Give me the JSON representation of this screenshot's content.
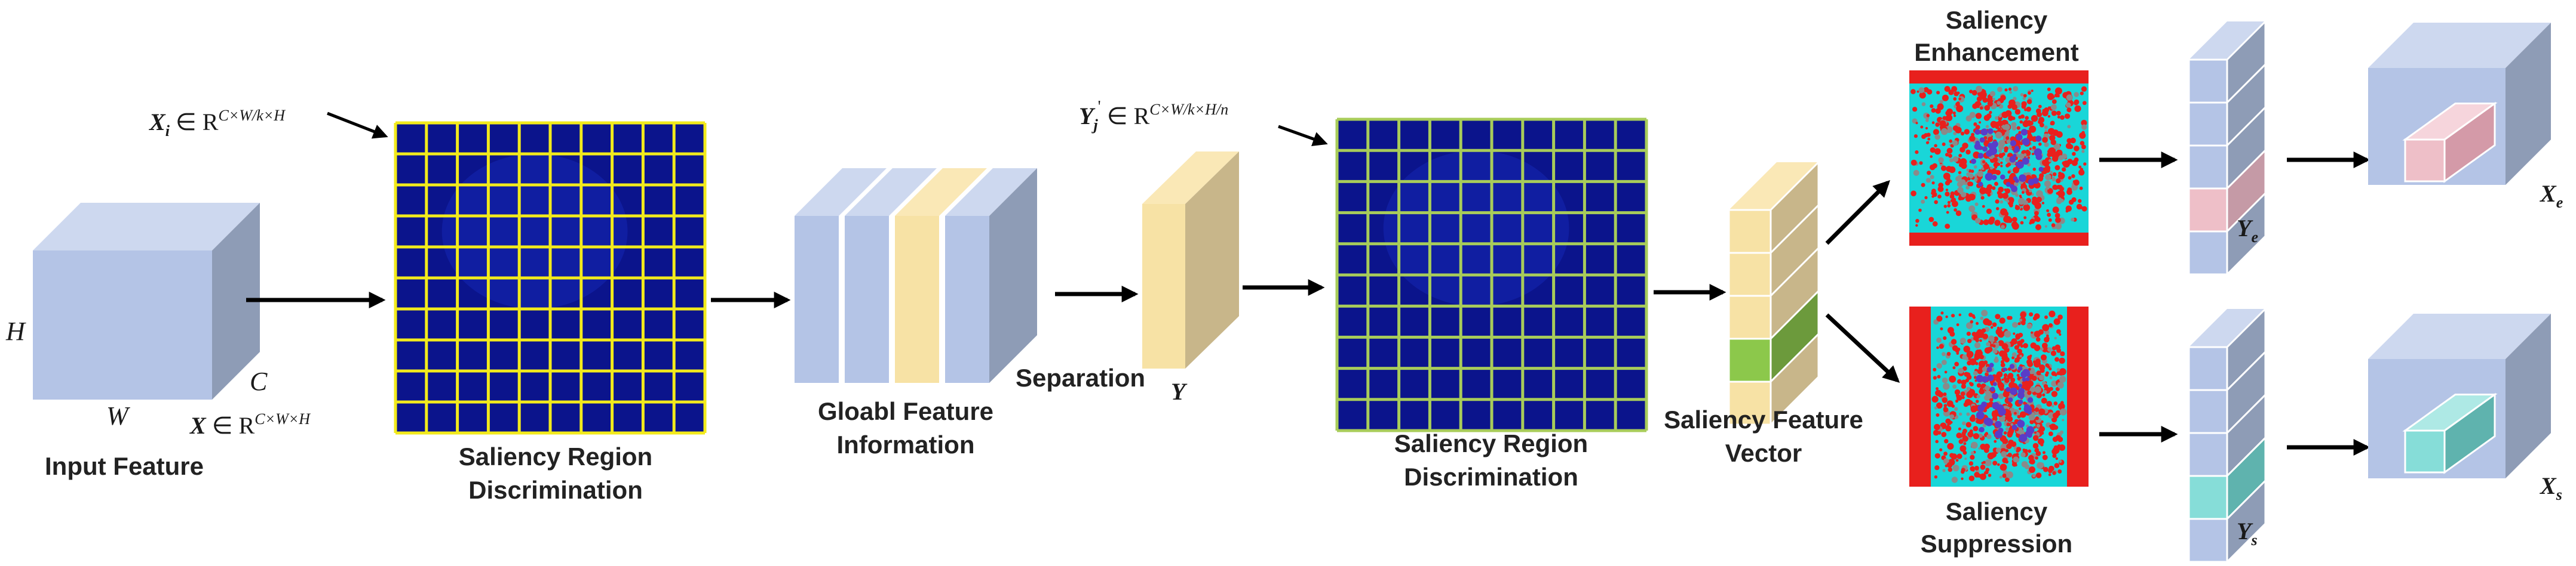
{
  "colors": {
    "cube_front": "#b4c4e6",
    "cube_top": "#cdd8ef",
    "cube_side": "#8e9cb6",
    "slice_yellow": "#f7e2a5",
    "yellow_side": "#c8b68a",
    "grid_bg": "#0b148c",
    "grid_yellow": "#f2ea1c",
    "grid_green": "#a8cc5a",
    "noise_red": "#e8201d",
    "noise_cyan": "#19d6d8",
    "green": "#8cc84b",
    "green_side": "#6c9a3c",
    "pink": "#eebfc8",
    "teal": "#86ddd8",
    "arrow": "#000000"
  },
  "labels": {
    "input_feature": "Input Feature",
    "srd1_line1": "Saliency Region",
    "srd1_line2": "Discrimination",
    "gfi_line1": "Gloabl Feature",
    "gfi_line2": "Information",
    "separation": "Separation",
    "srd2_line1": "Saliency Region",
    "srd2_line2": "Discrimination",
    "sfv_line1": "Saliency Feature",
    "sfv_line2": "Vector",
    "enh_line1": "Saliency",
    "enh_line2": "Enhancement",
    "sup_line1": "Saliency",
    "sup_line2": "Suppression"
  },
  "dims": {
    "h": "H",
    "w": "W",
    "c": "C"
  },
  "math": {
    "x_full": {
      "var": "X",
      "in": " ∈ R",
      "sup": "C×W×H"
    },
    "x_i": {
      "var": "X",
      "sub": "i",
      "in": " ∈ R",
      "sup": "C×W/k×H"
    },
    "y_j": {
      "var": "Y",
      "sub": "j",
      "prime": "'",
      "in": " ∈ R",
      "sup": "C×W/k×H/n"
    },
    "y": "Y",
    "y_e": {
      "var": "Y",
      "sub": "e"
    },
    "y_s": {
      "var": "Y",
      "sub": "s"
    },
    "x_e": {
      "var": "X",
      "sub": "e"
    },
    "x_s": {
      "var": "X",
      "sub": "s"
    }
  },
  "icons": [
    "arrow-icon",
    "grid-map",
    "noise-heatmap",
    "cube",
    "feature-vector"
  ]
}
